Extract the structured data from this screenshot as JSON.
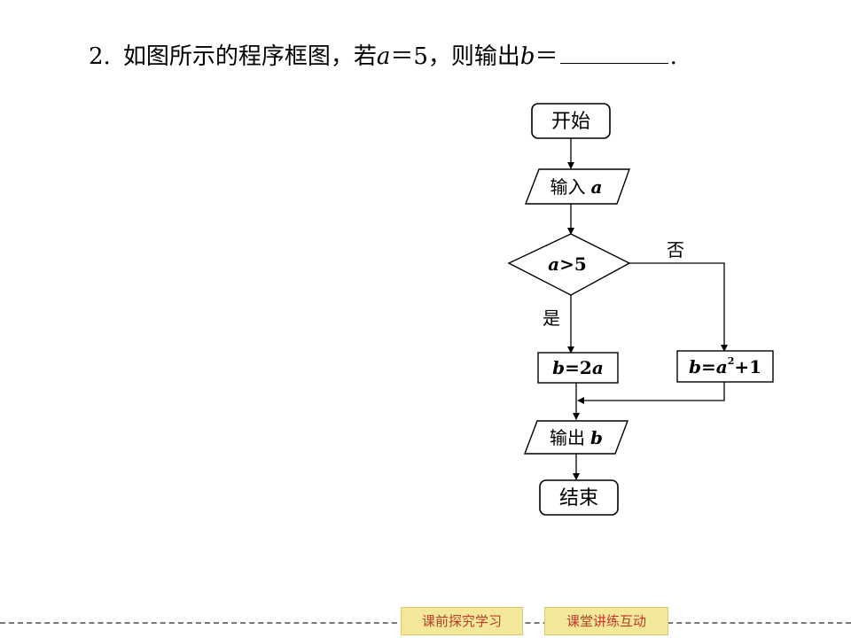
{
  "question": {
    "number": "2.",
    "text_before": "如图所示的程序框图，若",
    "var_a": "a",
    "eq_value": "＝5，则输出",
    "var_b": "b",
    "eq_sign": "＝",
    "end": "."
  },
  "flowchart": {
    "start": "开始",
    "input_label": "输入",
    "input_var": "a",
    "cond_var": "a",
    "cond_rest": ">5",
    "yes_label": "是",
    "no_label": "否",
    "yes_box_var": "b",
    "yes_box_eq": "=2",
    "yes_box_var2": "a",
    "no_box_var": "b",
    "no_box_eq": "=",
    "no_box_var2": "a",
    "no_box_exp": "2",
    "no_box_tail": "+1",
    "output_label": "输出",
    "output_var": "b",
    "end": "结束"
  },
  "footer": {
    "btn_pre": "课前探究学习",
    "btn_class": "课堂讲练互动"
  }
}
